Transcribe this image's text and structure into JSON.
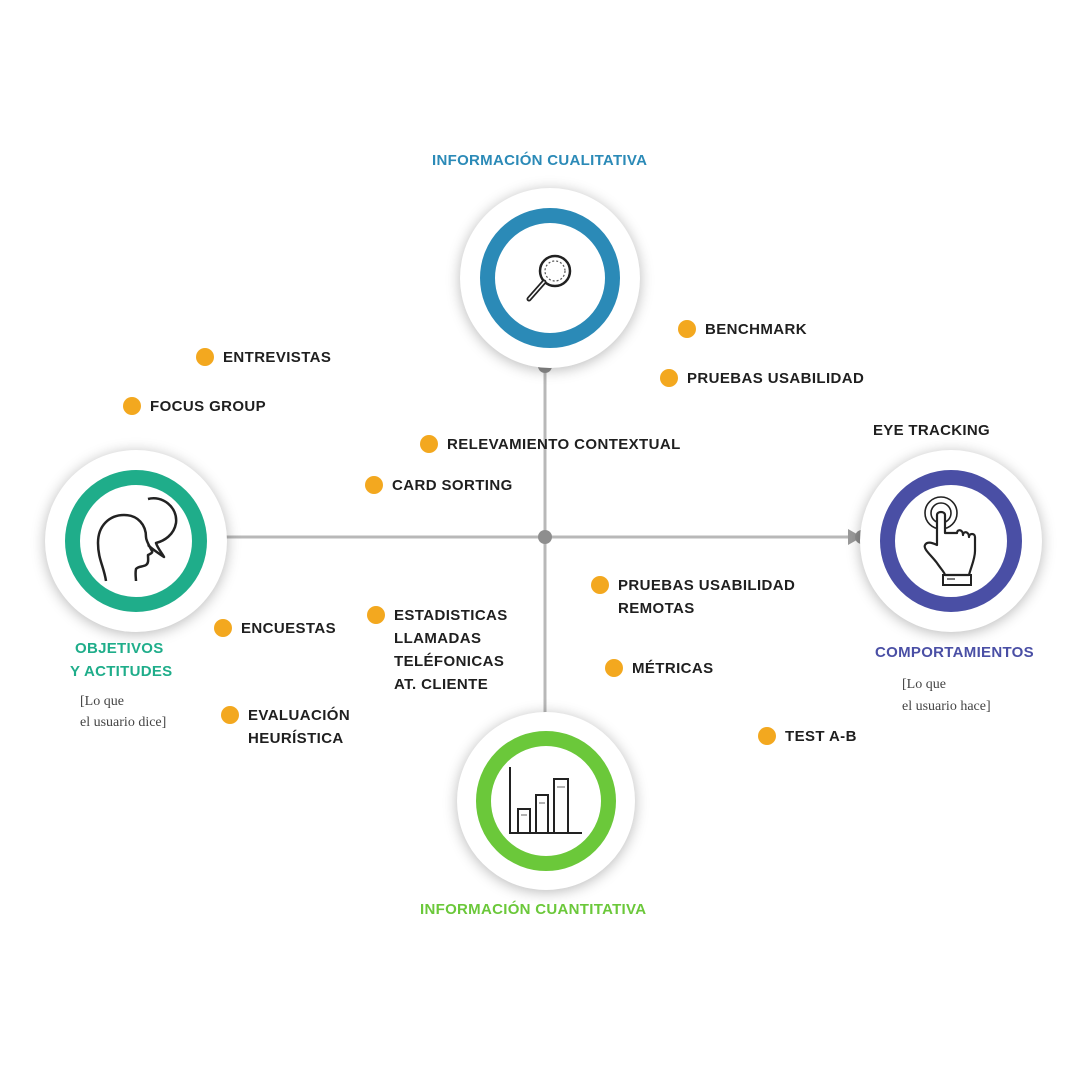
{
  "colors": {
    "qualitative": "#2b8ab7",
    "quantitative": "#6bc83a",
    "attitudes": "#1fad8a",
    "behaviors": "#4a4fa5",
    "dot": "#f3a81f",
    "axis": "#b8b8b8"
  },
  "top": {
    "title": "INFORMACIÓN CUALITATIVA",
    "icon": "magnifier-icon"
  },
  "bottom": {
    "title": "INFORMACIÓN CUANTITATIVA",
    "icon": "bar-chart-icon"
  },
  "left": {
    "title_line1": "OBJETIVOS",
    "title_line2": "Y ACTITUDES",
    "caption_line1": "[Lo que",
    "caption_line2": "el usuario dice]",
    "icon": "talking-heads-icon"
  },
  "right": {
    "title": "COMPORTAMIENTOS",
    "caption_line1": "[Lo que",
    "caption_line2": "el usuario hace]",
    "icon": "touch-hand-icon"
  },
  "methods": {
    "entrevistas": "ENTREVISTAS",
    "focus_group": "FOCUS GROUP",
    "relevamiento": "RELEVAMIENTO CONTEXTUAL",
    "card_sorting": "CARD SORTING",
    "benchmark": "BENCHMARK",
    "pruebas_usabilidad": "PRUEBAS USABILIDAD",
    "eye_tracking": "EYE TRACKING",
    "encuestas": "ENCUESTAS",
    "evaluacion": "EVALUACIÓN\nHEURÍSTICA",
    "estadisticas": "ESTADISTICAS\nLLAMADAS\nTELÉFONICAS\nAT. CLIENTE",
    "pruebas_remotas": "PRUEBAS USABILIDAD\nREMOTAS",
    "metricas": "MÉTRICAS",
    "test_ab": "TEST A-B"
  }
}
